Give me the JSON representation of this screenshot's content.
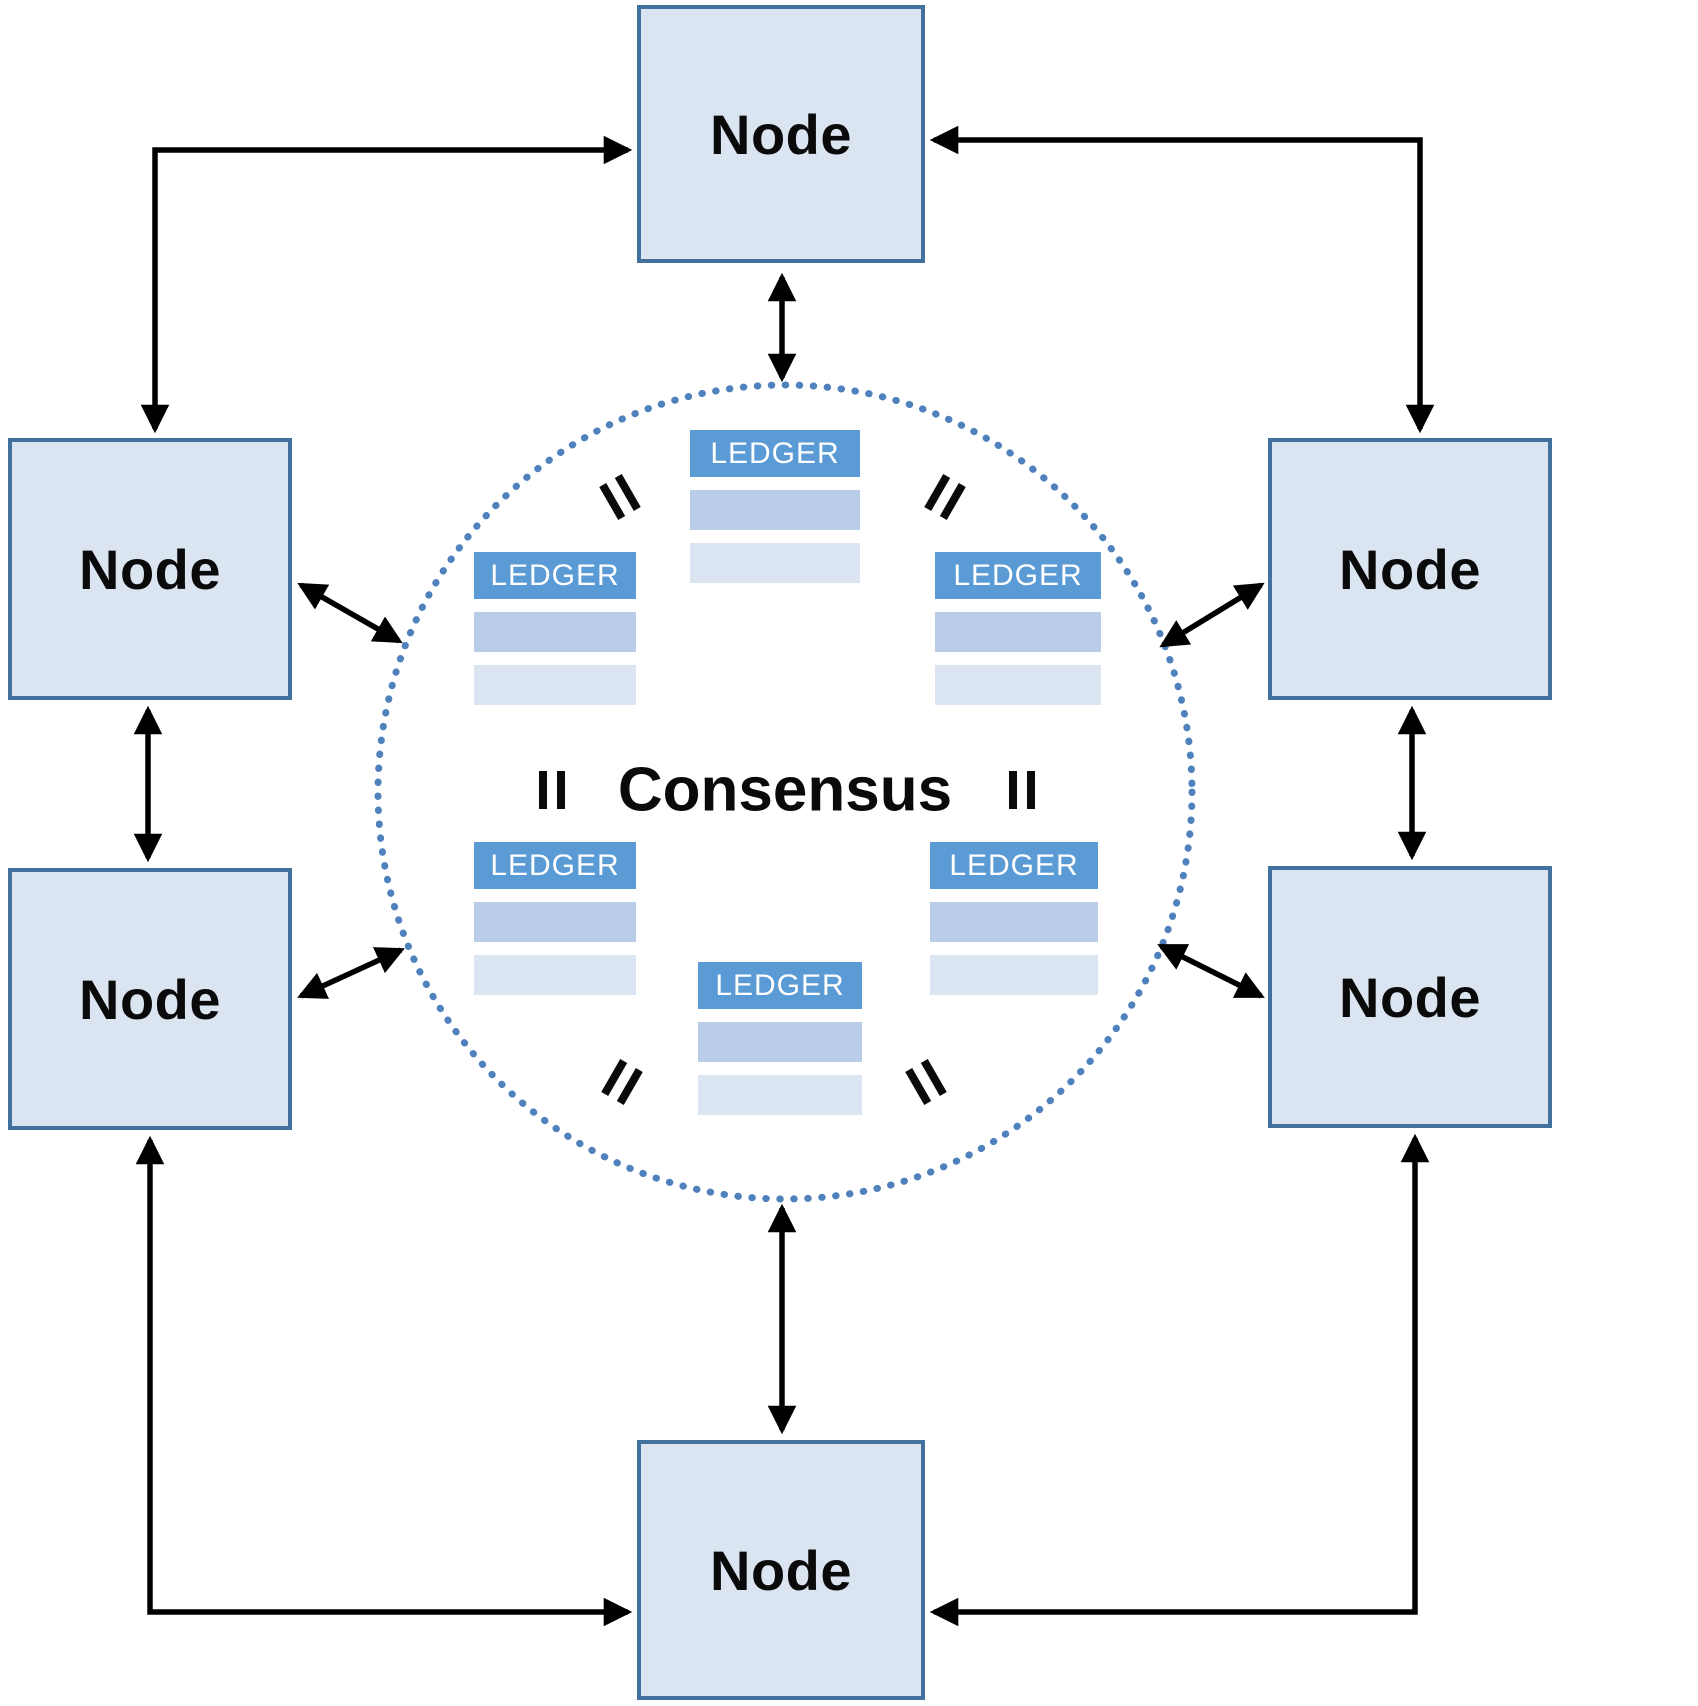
{
  "diagram": {
    "type": "network-consensus-diagram",
    "center_label": "Consensus",
    "equals_symbol": "=",
    "nodes": [
      {
        "id": "top",
        "label": "Node"
      },
      {
        "id": "left-upper",
        "label": "Node"
      },
      {
        "id": "left-lower",
        "label": "Node"
      },
      {
        "id": "right-upper",
        "label": "Node"
      },
      {
        "id": "right-lower",
        "label": "Node"
      },
      {
        "id": "bottom",
        "label": "Node"
      }
    ],
    "ledgers": [
      {
        "id": "top",
        "label": "LEDGER",
        "rows": 2
      },
      {
        "id": "left-upper",
        "label": "LEDGER",
        "rows": 2
      },
      {
        "id": "right-upper",
        "label": "LEDGER",
        "rows": 2
      },
      {
        "id": "left-lower",
        "label": "LEDGER",
        "rows": 2
      },
      {
        "id": "right-lower",
        "label": "LEDGER",
        "rows": 2
      },
      {
        "id": "bottom",
        "label": "LEDGER",
        "rows": 2
      }
    ],
    "connections": [
      {
        "from": "node-top",
        "to": "consensus-circle",
        "style": "double-arrow"
      },
      {
        "from": "node-bottom",
        "to": "consensus-circle",
        "style": "double-arrow"
      },
      {
        "from": "node-left-upper",
        "to": "consensus-circle",
        "style": "double-arrow"
      },
      {
        "from": "node-right-upper",
        "to": "consensus-circle",
        "style": "double-arrow"
      },
      {
        "from": "node-left-lower",
        "to": "consensus-circle",
        "style": "double-arrow"
      },
      {
        "from": "node-right-lower",
        "to": "consensus-circle",
        "style": "double-arrow"
      },
      {
        "from": "node-left-upper",
        "to": "node-left-lower",
        "style": "double-arrow"
      },
      {
        "from": "node-right-upper",
        "to": "node-right-lower",
        "style": "double-arrow"
      },
      {
        "from": "node-left-upper",
        "to": "node-top",
        "style": "double-arrow-elbow"
      },
      {
        "from": "node-right-upper",
        "to": "node-top",
        "style": "double-arrow-elbow"
      },
      {
        "from": "node-left-lower",
        "to": "node-bottom",
        "style": "double-arrow-elbow"
      },
      {
        "from": "node-right-lower",
        "to": "node-bottom",
        "style": "double-arrow-elbow"
      }
    ],
    "colors": {
      "node_fill": "#dbe5f1",
      "node_border": "#41719c",
      "ledger_header": "#5b9bd5",
      "ledger_row_1": "#b9cde8",
      "ledger_row_2": "#dbe5f1",
      "circle_dotted": "#4f81bd",
      "arrow": "#000000",
      "text": "#0a0a0a"
    }
  }
}
